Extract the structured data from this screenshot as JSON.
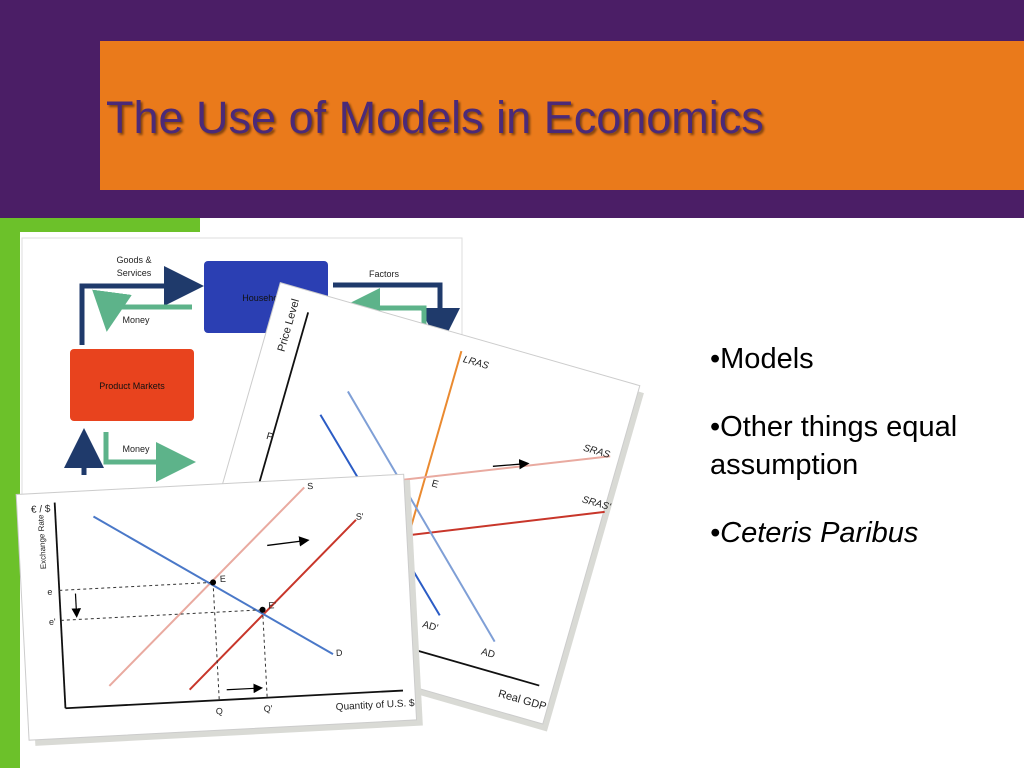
{
  "slide": {
    "title": "The Use of Models in Economics",
    "colors": {
      "purple": "#4b1e66",
      "orange": "#ea7a1b",
      "green": "#6cc12a",
      "title_text": "#4b2a78"
    }
  },
  "bullets": [
    {
      "text": "•Models"
    },
    {
      "text": "•Other things equal assumption"
    },
    {
      "text": "•Ceteris Paribus"
    }
  ],
  "circular_flow": {
    "households": "Households",
    "product_markets": "Product Markets",
    "goods_services": "Goods & Services",
    "factors": "Factors",
    "money": "Money"
  },
  "ad_as": {
    "y_axis": "Price Level",
    "x_axis": "Real GDP",
    "lras": "LRAS",
    "sras": "SRAS",
    "sras_prime": "SRAS'",
    "ad": "AD",
    "ad_prime": "AD'",
    "equilibrium": "E",
    "price_tick": "P"
  },
  "fx_market": {
    "y_axis": "€ / $",
    "y_axis_sub": "Exchange Rate",
    "x_axis": "Quantity of U.S. $",
    "s": "S",
    "s_prime": "S'",
    "d": "D",
    "e_point": "E",
    "e_prime_point": "E'",
    "e_tick": "e",
    "e_prime_tick": "e'",
    "q_tick": "Q",
    "q_prime_tick": "Q'"
  }
}
